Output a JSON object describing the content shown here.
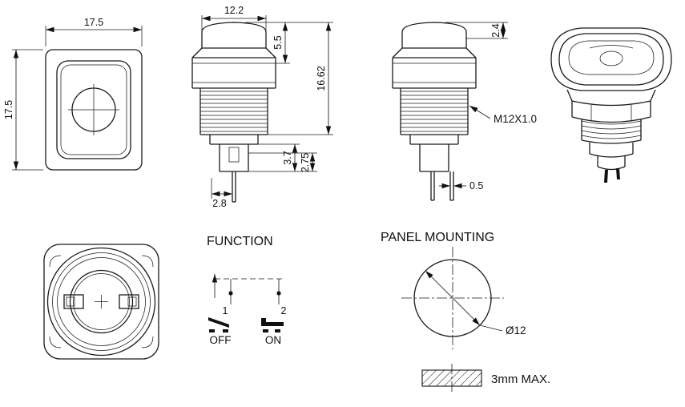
{
  "drawing": {
    "front_view": {
      "dim_width": "17.5",
      "dim_height": "17.5"
    },
    "section_view": {
      "dim_cap_width": "12.2",
      "dim_cap_height": "5.5",
      "dim_total_height": "16.62",
      "dim_terminal_height": "2.75",
      "dim_base_height": "3.7",
      "dim_pin_offset": "2.8"
    },
    "side_view": {
      "dim_bezel": "2.4",
      "thread_spec": "M12X1.0",
      "dim_pin_width": "0.5"
    },
    "function": {
      "title": "FUNCTION",
      "terminal_1": "1",
      "terminal_2": "2",
      "state_off": "OFF",
      "state_on": "ON"
    },
    "panel": {
      "title": "PANEL MOUNTING",
      "diameter": "Ø12",
      "thickness": "3mm MAX."
    }
  }
}
